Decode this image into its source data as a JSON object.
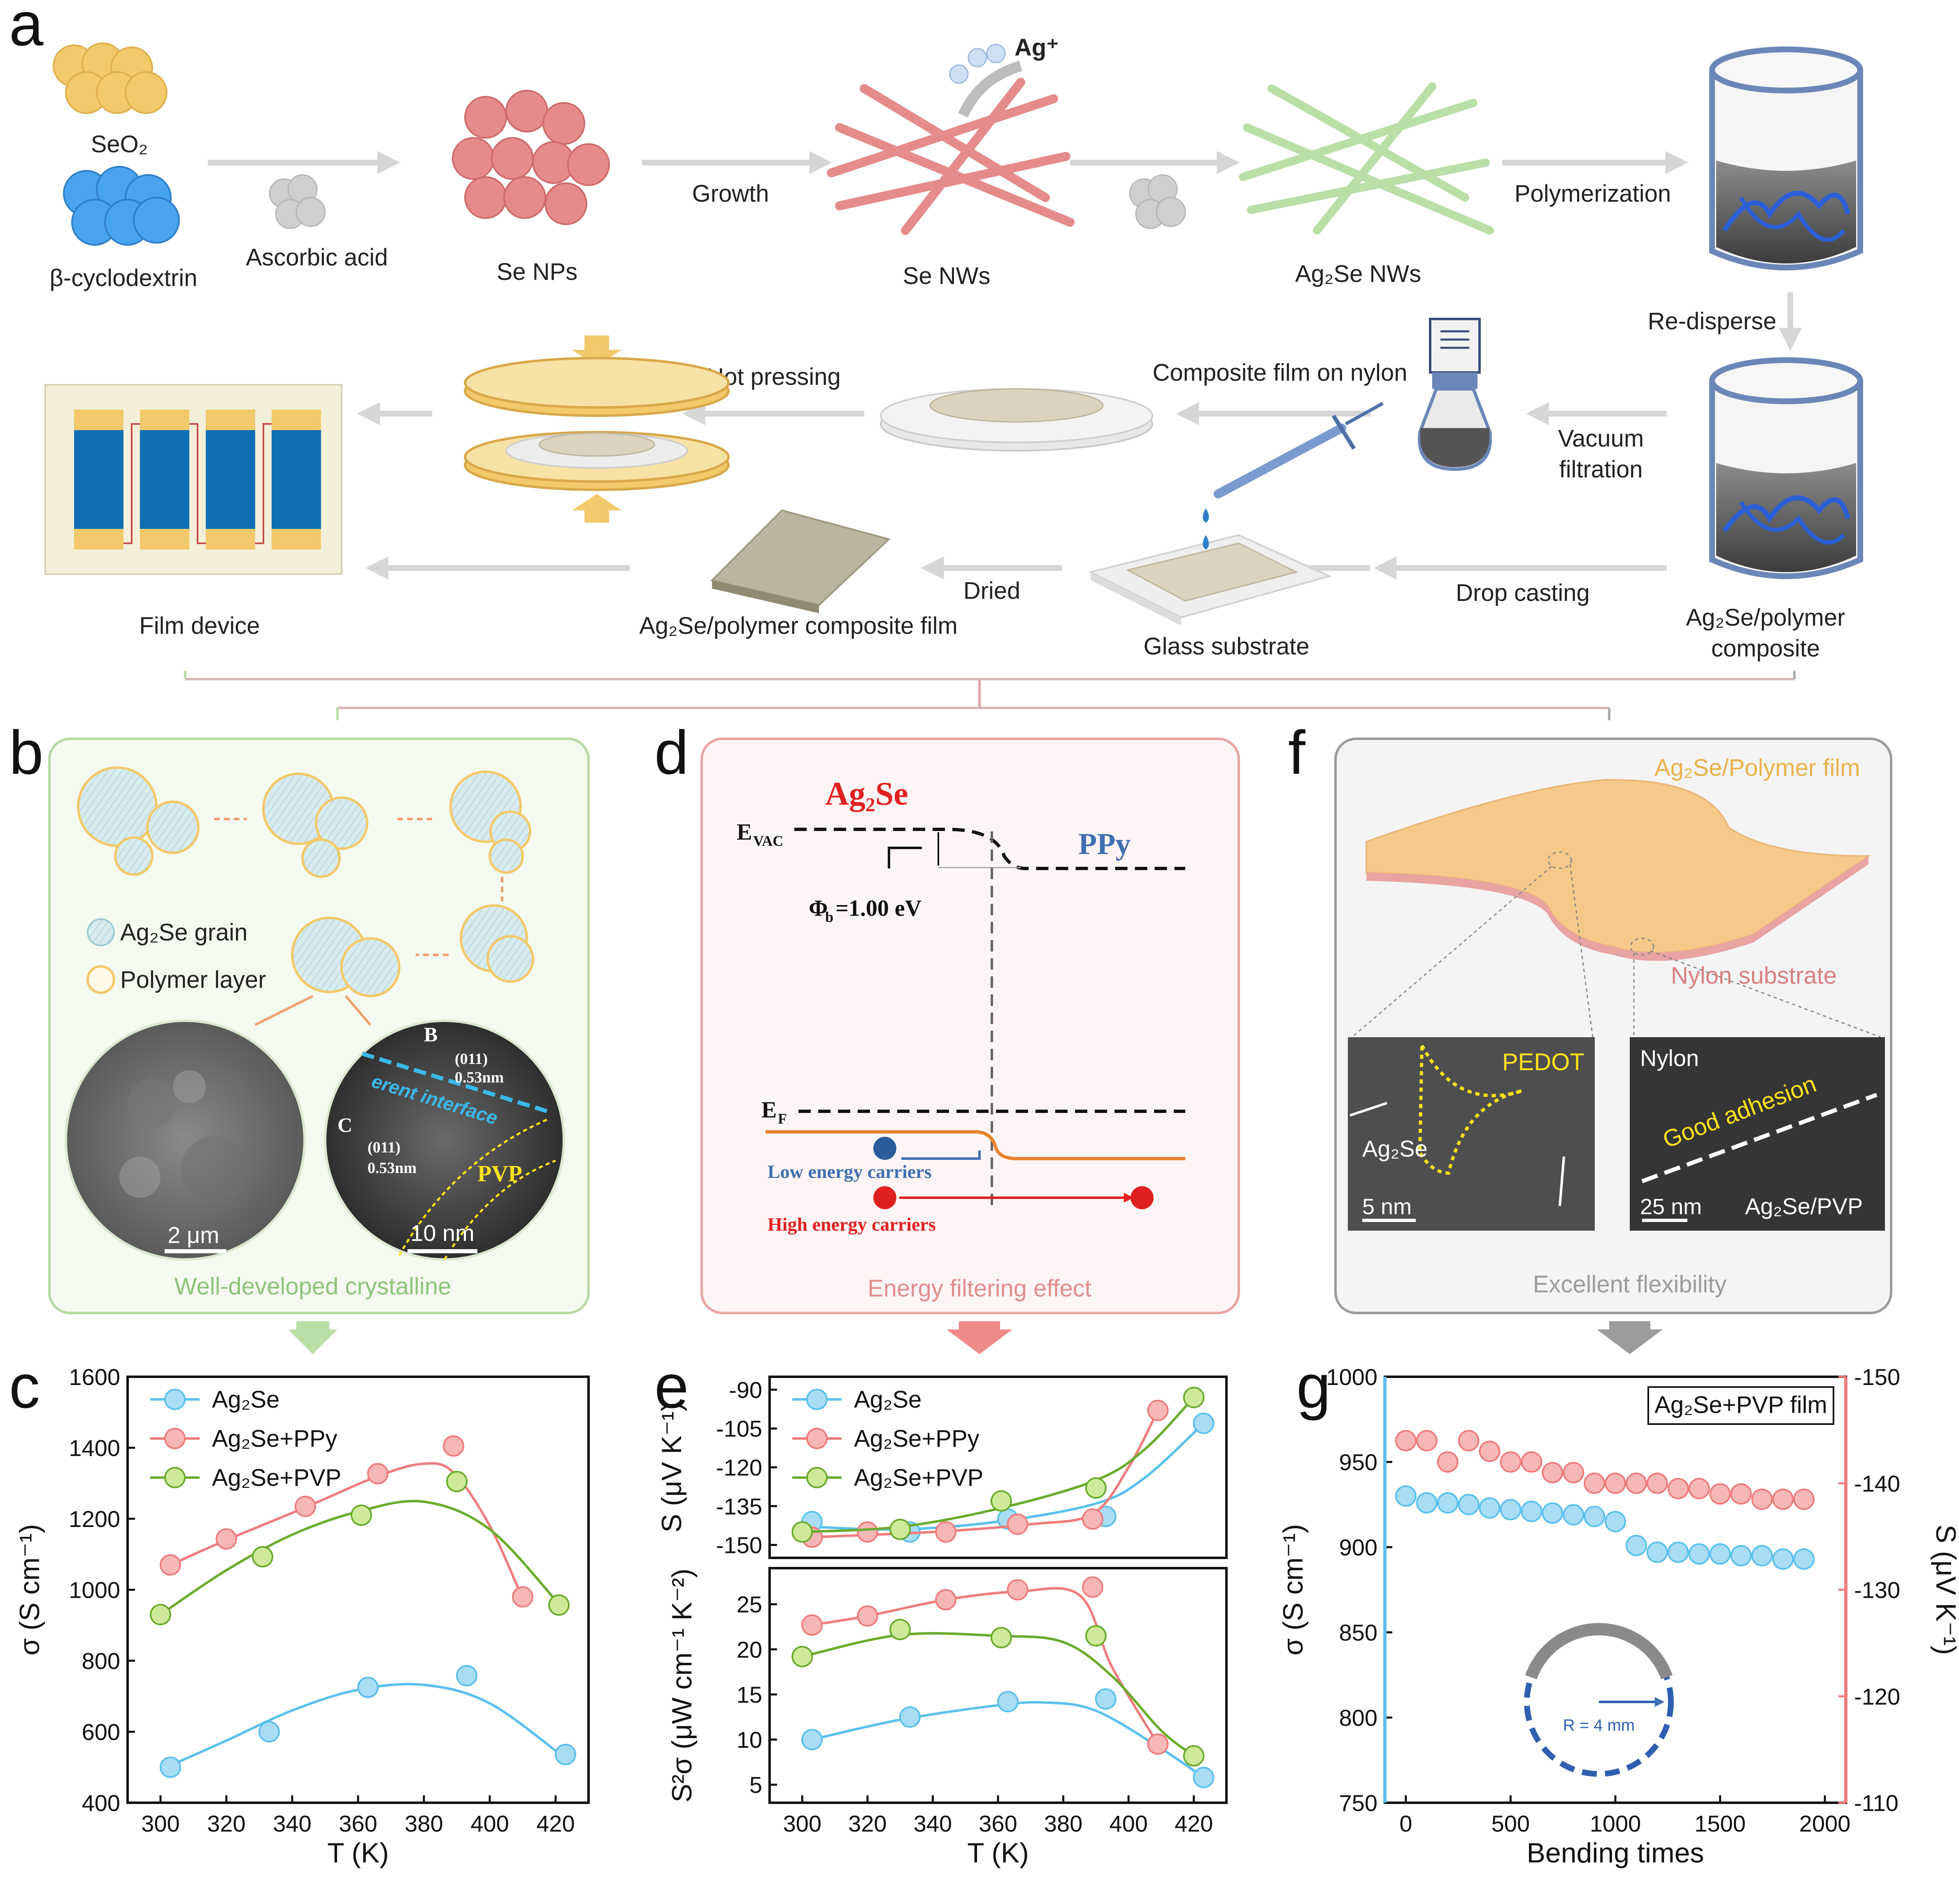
{
  "panel_letters": {
    "a": "a",
    "b": "b",
    "c": "c",
    "d": "d",
    "e": "e",
    "f": "f",
    "g": "g"
  },
  "panel_a": {
    "seo2": "SeO₂",
    "cyclodextrin": "β-cyclodextrin",
    "ascorbic_acid": "Ascorbic acid",
    "se_nps": "Se NPs",
    "growth": "Growth",
    "ag_plus": "Ag⁺",
    "se_nws": "Se NWs",
    "ag2se_nws": "Ag₂Se NWs",
    "polymerization": "Polymerization",
    "re_disperse": "Re-disperse",
    "composite_line1": "Ag₂Se/polymer",
    "composite_line2": "composite",
    "vacuum_line1": "Vacuum",
    "vacuum_line2": "filtration",
    "drop_casting": "Drop casting",
    "composite_film_nylon": "Composite film on nylon",
    "hot_pressing": "Hot pressing",
    "glass_substrate": "Glass substrate",
    "dried": "Dried",
    "composite_film": "Ag₂Se/polymer composite film",
    "film_device": "Film device",
    "colors": {
      "yellow": "#f2c96b",
      "blue": "#4aa3f0",
      "red": "#e58b8b",
      "green": "#b9dfa6",
      "device_blue": "#0f6fb3",
      "arrow": "#d6d6d6"
    }
  },
  "panel_b": {
    "grain_legend": "Ag₂Se grain",
    "polymer_legend": "Polymer layer",
    "scale_sem": "2 μm",
    "hrtem_B": "B",
    "hrtem_C": "C",
    "interface": "erent interface",
    "plane1": "(011)",
    "d1": "0.53nm",
    "plane2": "(011)",
    "d2": "0.53nm",
    "pvp": "PVP",
    "scale_hrtem": "10 nm",
    "caption": "Well-developed crystalline",
    "border_color": "#b7d9a2",
    "caption_color": "#8cc47a"
  },
  "panel_d": {
    "ag2se": "Ag₂Se",
    "ppy": "PPy",
    "evac": "E",
    "evac_sub": "VAC",
    "phi": "Φ",
    "phi_sub": "b",
    "phi_val": "=1.00 eV",
    "ef": "E",
    "ef_sub": "F",
    "low": "Low energy carriers",
    "high": "High energy carriers",
    "caption": "Energy filtering effect",
    "border_color": "#e9a3a3",
    "caption_color": "#e28d8d"
  },
  "panel_f": {
    "film": "Ag₂Se/Polymer film",
    "nylon_sub": "Nylon substrate",
    "pedot": "PEDOT",
    "ag2se": "Ag₂Se",
    "scale1": "5 nm",
    "nylon": "Nylon",
    "adhesion": "Good adhesion",
    "scale2": "25 nm",
    "ag2se_pvp": "Ag₂Se/PVP",
    "caption": "Excellent flexibility",
    "border_color": "#9b9b9b",
    "caption_color": "#9b9b9b"
  },
  "chart_data": [
    {
      "id": "c",
      "type": "scatter",
      "xlabel": "T (K)",
      "ylabel": "σ (S cm⁻¹)",
      "xlim": [
        290,
        430
      ],
      "ylim": [
        400,
        1600
      ],
      "xticks": [
        300,
        320,
        340,
        360,
        380,
        400,
        420
      ],
      "yticks": [
        400,
        600,
        800,
        1000,
        1200,
        1400,
        1600
      ],
      "legend": "top-left",
      "series": [
        {
          "name": "Ag₂Se",
          "color": "#5bc0ee",
          "fill": "#a9dcf5",
          "x": [
            303,
            333,
            363,
            393,
            423
          ],
          "y": [
            500,
            600,
            725,
            758,
            536
          ],
          "fit_x": [
            303,
            320,
            340,
            360,
            380,
            400,
            423
          ],
          "fit_y": [
            505,
            575,
            660,
            718,
            732,
            680,
            525
          ]
        },
        {
          "name": "Ag₂Se+PPy",
          "color": "#ef7c7c",
          "fill": "#f7b7b7",
          "x": [
            303,
            320,
            344,
            366,
            389,
            410
          ],
          "y": [
            1070,
            1143,
            1235,
            1327,
            1405,
            980
          ],
          "fit_x": [
            303,
            320,
            344,
            366,
            380,
            389,
            400,
            410
          ],
          "fit_y": [
            1070,
            1140,
            1232,
            1320,
            1355,
            1330,
            1180,
            975
          ]
        },
        {
          "name": "Ag₂Se+PVP",
          "color": "#6aab2e",
          "fill": "#cfe99a",
          "x": [
            300,
            331,
            361,
            390,
            421
          ],
          "y": [
            930,
            1093,
            1210,
            1305,
            957
          ],
          "fit_x": [
            300,
            320,
            340,
            360,
            380,
            400,
            421
          ],
          "fit_y": [
            930,
            1055,
            1155,
            1220,
            1248,
            1170,
            960
          ]
        }
      ]
    },
    {
      "id": "e_top",
      "type": "scatter",
      "xlabel": "",
      "ylabel": "S (μV K⁻¹)",
      "xlim": [
        290,
        430
      ],
      "ylim": [
        -155,
        -85
      ],
      "xticks": [
        300,
        320,
        340,
        360,
        380,
        400,
        420
      ],
      "yticks": [
        -90,
        -105,
        -120,
        -135,
        -150
      ],
      "legend": "top-left",
      "series": [
        {
          "name": "Ag₂Se",
          "color": "#5bc0ee",
          "fill": "#a9dcf5",
          "x": [
            303,
            333,
            363,
            393,
            423
          ],
          "y": [
            -141,
            -145,
            -140,
            -139,
            -103
          ],
          "fit_x": [
            303,
            330,
            360,
            390,
            405,
            423
          ],
          "fit_y": [
            -143,
            -144,
            -141,
            -134,
            -124,
            -103
          ]
        },
        {
          "name": "Ag₂Se+PPy",
          "color": "#ef7c7c",
          "fill": "#f7b7b7",
          "x": [
            303,
            320,
            344,
            366,
            389,
            409
          ],
          "y": [
            -147,
            -145,
            -145,
            -142,
            -140,
            -98
          ],
          "fit_x": [
            303,
            340,
            370,
            389,
            400,
            409
          ],
          "fit_y": [
            -147,
            -145,
            -142,
            -138,
            -120,
            -98
          ]
        },
        {
          "name": "Ag₂Se+PVP",
          "color": "#6aab2e",
          "fill": "#cfe99a",
          "x": [
            300,
            330,
            361,
            390,
            420
          ],
          "y": [
            -145,
            -144,
            -133,
            -128,
            -93
          ],
          "fit_x": [
            300,
            330,
            360,
            390,
            405,
            420
          ],
          "fit_y": [
            -145,
            -143,
            -136,
            -125,
            -113,
            -93
          ]
        }
      ]
    },
    {
      "id": "e_bottom",
      "type": "scatter",
      "xlabel": "T (K)",
      "ylabel": "S²σ (μW cm⁻¹ K⁻²)",
      "xlim": [
        290,
        430
      ],
      "ylim": [
        3,
        29
      ],
      "xticks": [
        300,
        320,
        340,
        360,
        380,
        400,
        420
      ],
      "yticks": [
        5,
        10,
        15,
        20,
        25
      ],
      "legend": "none",
      "series": [
        {
          "name": "Ag₂Se",
          "color": "#5bc0ee",
          "fill": "#a9dcf5",
          "x": [
            303,
            333,
            363,
            393,
            423
          ],
          "y": [
            10,
            12.5,
            14.2,
            14.5,
            5.8
          ],
          "fit_x": [
            303,
            330,
            360,
            375,
            390,
            410,
            423
          ],
          "fit_y": [
            10,
            12.2,
            13.8,
            14.1,
            13.2,
            9,
            5.8
          ]
        },
        {
          "name": "Ag₂Se+PPy",
          "color": "#ef7c7c",
          "fill": "#f7b7b7",
          "x": [
            303,
            320,
            344,
            366,
            389,
            409
          ],
          "y": [
            22.7,
            23.7,
            25.5,
            26.6,
            26.9,
            9.5
          ],
          "fit_x": [
            303,
            320,
            344,
            366,
            385,
            395,
            409
          ],
          "fit_y": [
            22.7,
            23.7,
            25.5,
            26.4,
            26,
            18,
            9.5
          ]
        },
        {
          "name": "Ag₂Se+PVP",
          "color": "#6aab2e",
          "fill": "#cfe99a",
          "x": [
            300,
            330,
            361,
            390,
            420
          ],
          "y": [
            19.2,
            22.2,
            21.3,
            21.5,
            8.2
          ],
          "fit_x": [
            300,
            330,
            360,
            380,
            395,
            410,
            420
          ],
          "fit_y": [
            19.2,
            21.6,
            21.5,
            20.8,
            17,
            11,
            8.2
          ]
        }
      ]
    },
    {
      "id": "g",
      "type": "scatter",
      "xlabel": "Bending times",
      "ylabel": "σ (S cm⁻¹)",
      "ylabel_right": "S (μV K⁻¹)",
      "xlim": [
        -100,
        2100
      ],
      "ylim": [
        750,
        1000
      ],
      "ylim_right": [
        -110,
        -150
      ],
      "xticks": [
        0,
        500,
        1000,
        1500,
        2000
      ],
      "yticks": [
        750,
        800,
        850,
        900,
        950,
        1000
      ],
      "yticks_right": [
        -110,
        -120,
        -130,
        -140,
        -150
      ],
      "legend_box": "Ag₂Se+PVP film",
      "inset_label": "R = 4 mm",
      "series": [
        {
          "name": "σ",
          "axis": "left",
          "color": "#5bc0ee",
          "fill": "#a9dcf5",
          "x": [
            0,
            100,
            200,
            300,
            400,
            500,
            600,
            700,
            800,
            900,
            1000,
            1100,
            1200,
            1300,
            1400,
            1500,
            1600,
            1700,
            1800,
            1900
          ],
          "y": [
            930,
            926,
            926,
            925,
            923,
            922,
            921,
            920,
            919,
            918,
            915,
            901,
            897,
            897,
            896,
            896,
            895,
            895,
            893,
            893
          ]
        },
        {
          "name": "S",
          "axis": "right",
          "color": "#ef7c7c",
          "fill": "#f7b7b7",
          "x": [
            0,
            100,
            200,
            300,
            400,
            500,
            600,
            700,
            800,
            900,
            1000,
            1100,
            1200,
            1300,
            1400,
            1500,
            1600,
            1700,
            1800,
            1900
          ],
          "y": [
            -144,
            -144,
            -142,
            -144,
            -143,
            -142,
            -142,
            -141,
            -141,
            -140,
            -140,
            -140,
            -140,
            -139.5,
            -139.5,
            -139,
            -139,
            -138.5,
            -138.5,
            -138.5
          ]
        }
      ]
    }
  ]
}
